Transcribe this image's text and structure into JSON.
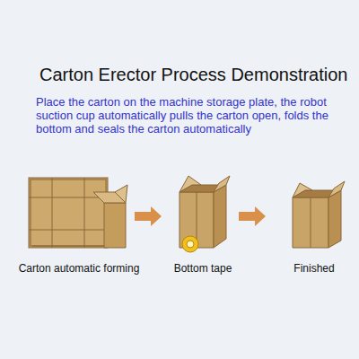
{
  "diagram": {
    "title": "Carton Erector Process Demonstration",
    "labels": [
      "Place the carton on the machine storage plate, the robot suction cup automatically pulls the carton open, folds the bottom and seals the carton automatically",
      "Carton automatic forming",
      "Bottom tape",
      "Finished"
    ]
  }
}
